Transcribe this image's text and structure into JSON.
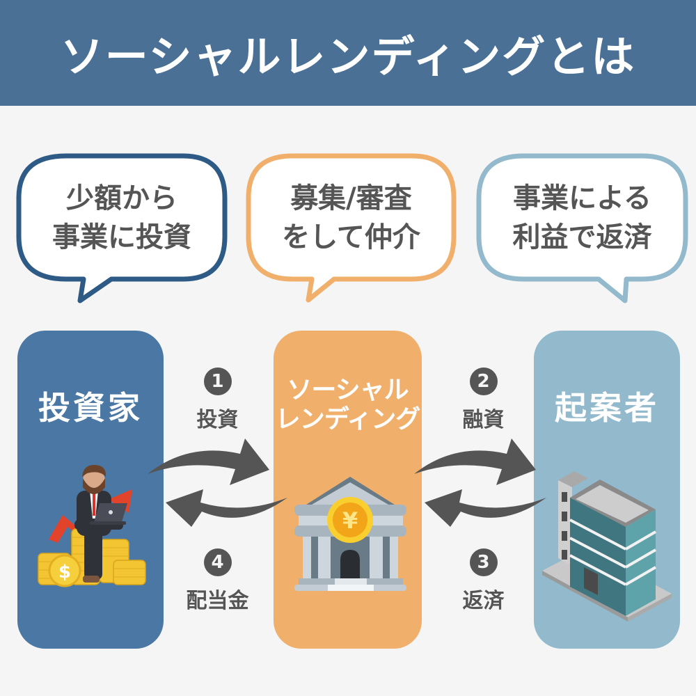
{
  "header": {
    "title": "ソーシャルレンディングとは"
  },
  "bubbles": [
    {
      "lines": [
        "少額から",
        "事業に投資"
      ],
      "border_color": "#2e5b86"
    },
    {
      "lines": [
        "募集/審査",
        "をして仲介"
      ],
      "border_color": "#f0b06c"
    },
    {
      "lines": [
        "事業による",
        "利益で返済"
      ],
      "border_color": "#92b9cc"
    }
  ],
  "cards": [
    {
      "title": "投資家",
      "color": "#4a77a3",
      "illustration": "investor-on-coins"
    },
    {
      "title_lines": [
        "ソーシャル",
        "レンディング"
      ],
      "color": "#f0b06c",
      "illustration": "bank-with-yen-coin"
    },
    {
      "title": "起案者",
      "color": "#92b9cc",
      "illustration": "office-building"
    }
  ],
  "steps": [
    {
      "num": "1",
      "label": "投資"
    },
    {
      "num": "2",
      "label": "融資"
    },
    {
      "num": "3",
      "label": "返済"
    },
    {
      "num": "4",
      "label": "配当金"
    }
  ],
  "colors": {
    "header": "#4a7096",
    "background": "#f5f5f5",
    "text": "#555555",
    "arrow": "#555555"
  }
}
